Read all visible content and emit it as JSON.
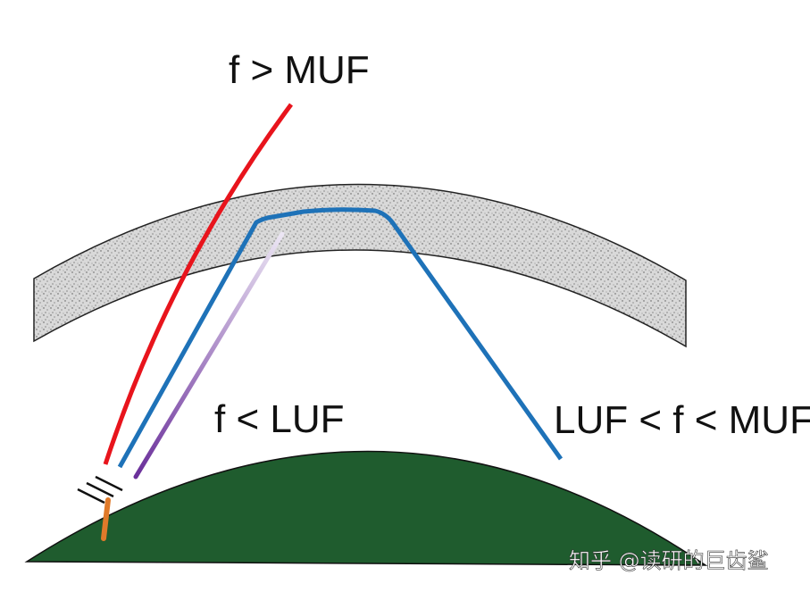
{
  "labels": {
    "above_muf": "f > MUF",
    "below_luf": "f < LUF",
    "between": "LUF < f < MUF"
  },
  "watermark": "知乎 @读研的巨齿鲨",
  "colors": {
    "above_muf": "#e8141c",
    "between": "#1e72b8",
    "below_luf": "#6a2f9a",
    "ground": "#1f5c2e",
    "ionosphere": "#d8d8d8",
    "antenna": "#e07a2a"
  }
}
